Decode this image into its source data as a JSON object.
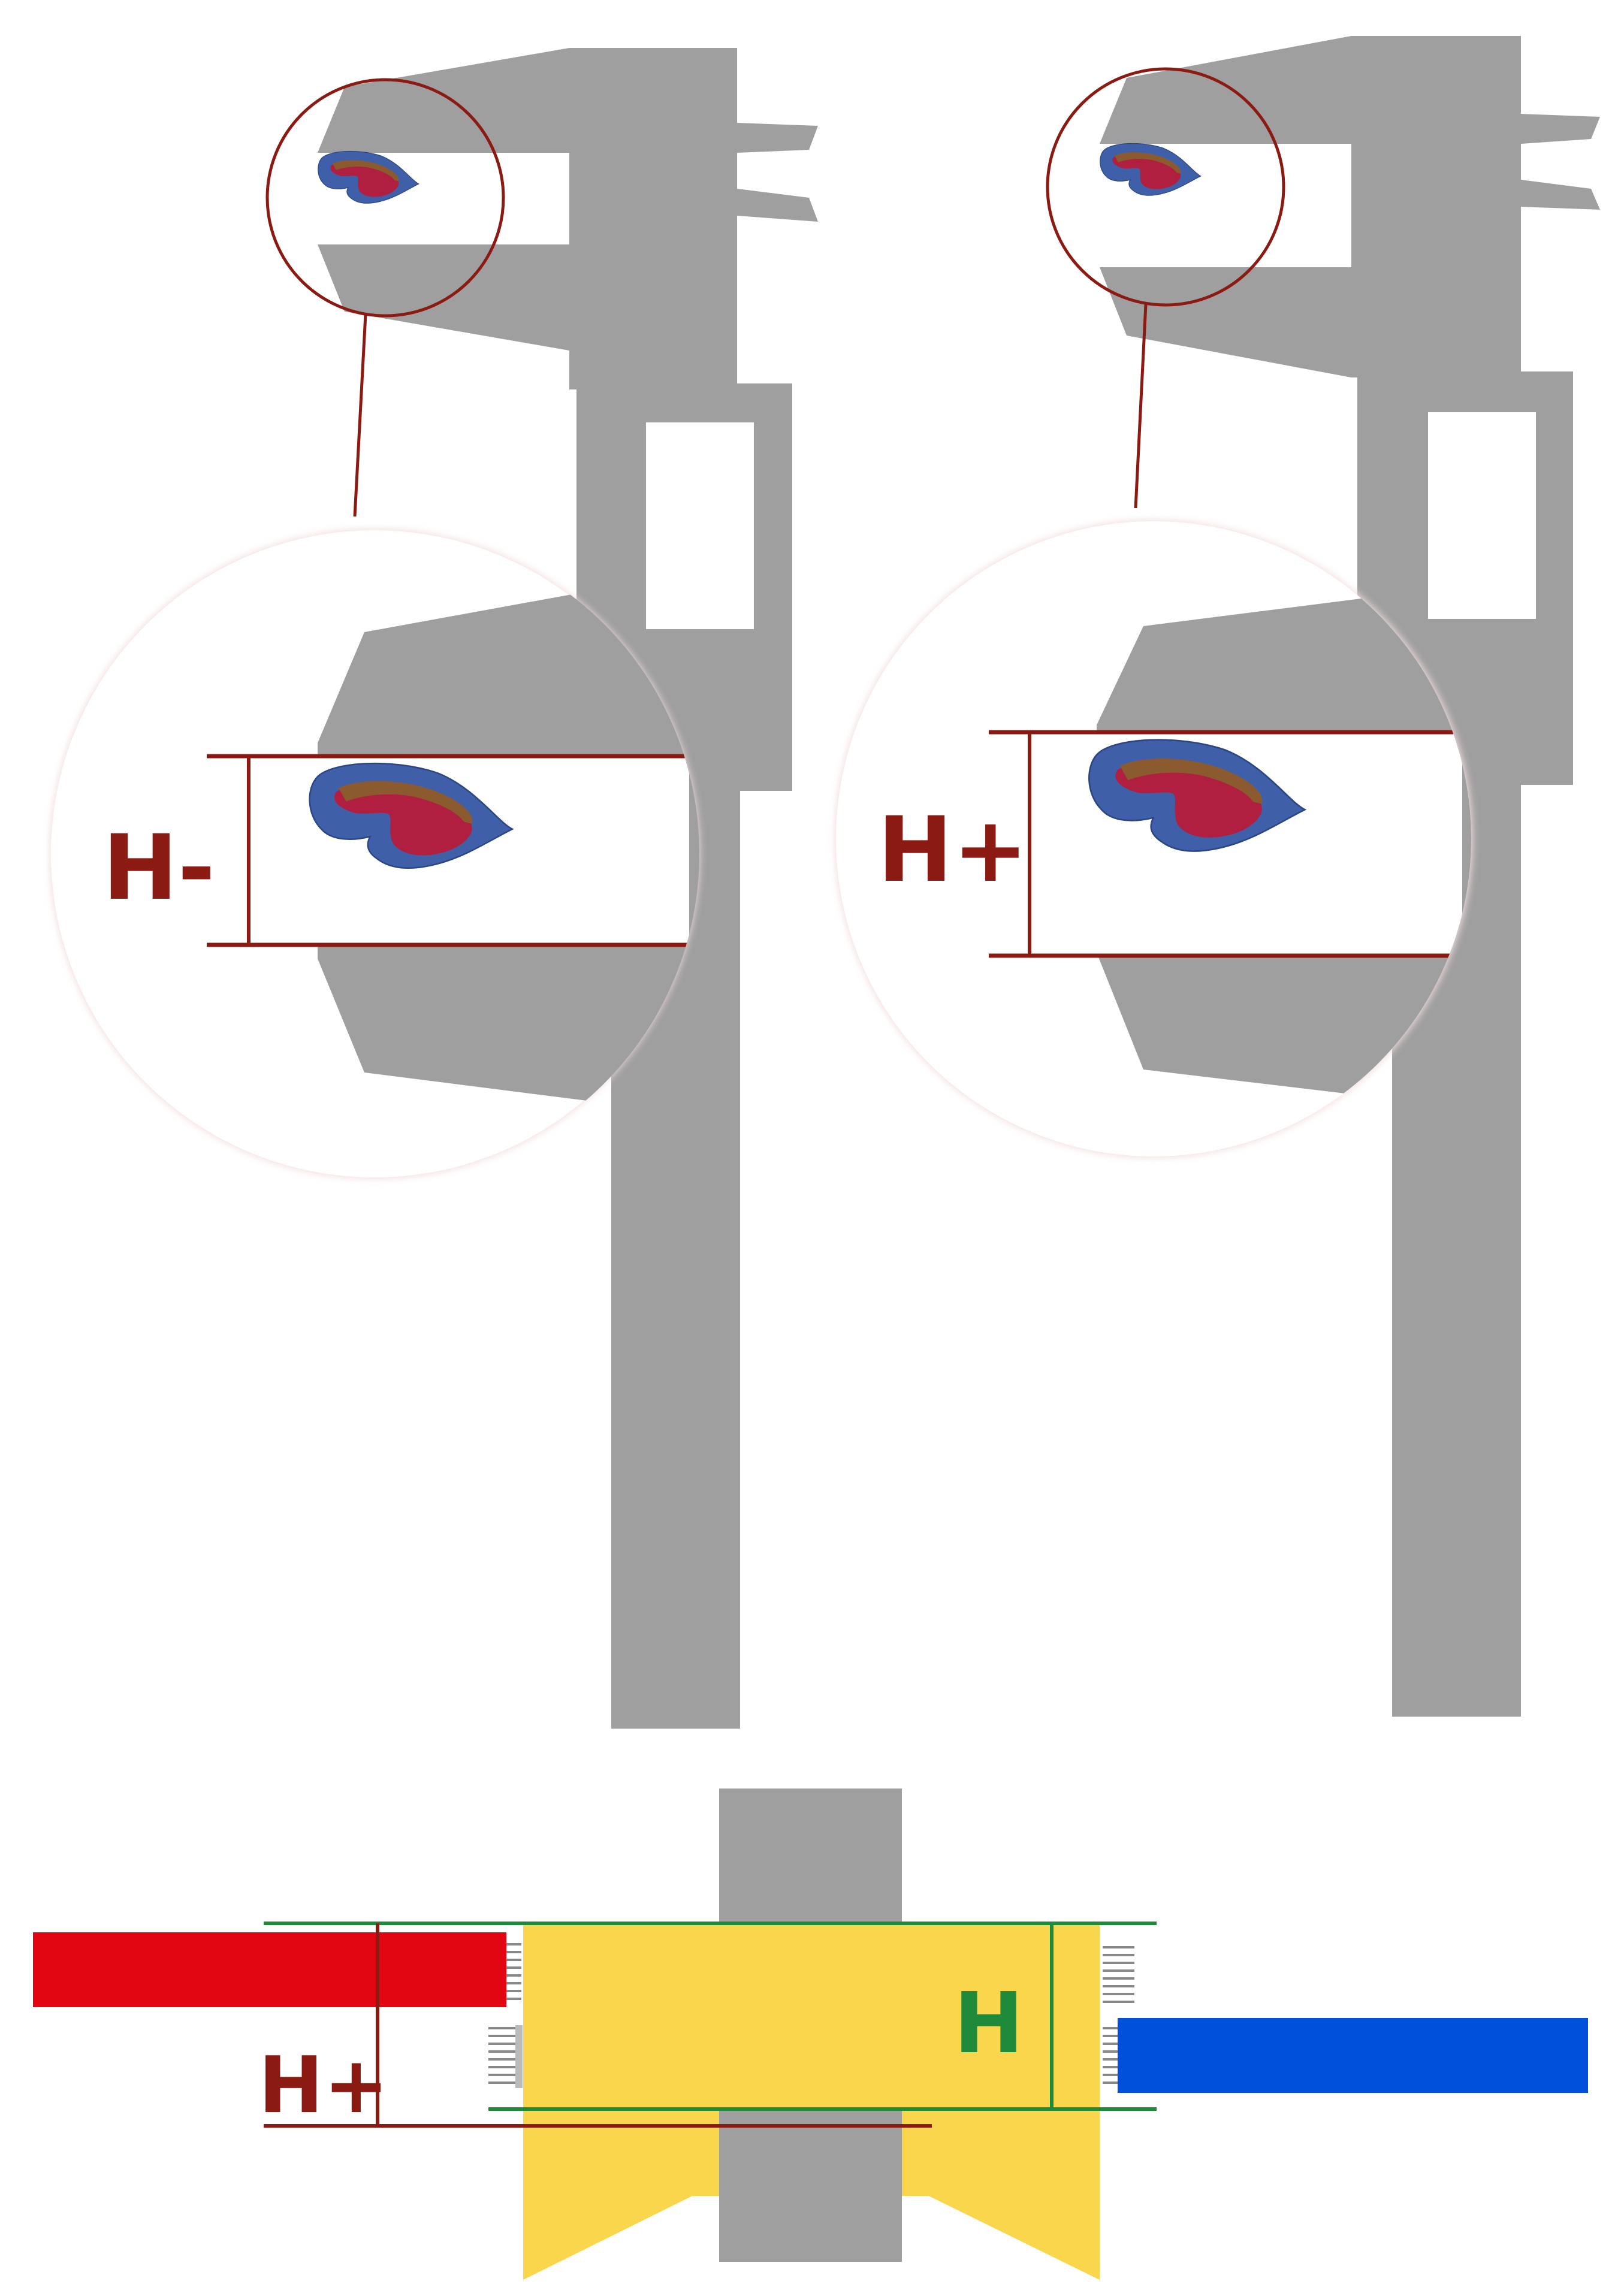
{
  "labels": {
    "left_zoom": "H-",
    "right_zoom": "H+",
    "bottom_plus": "H+",
    "bottom_h": "H"
  },
  "colors": {
    "caliper": "#a09fa0",
    "mark": "#8b1a12",
    "shell": "#3f5fa8",
    "core": "#b01e40",
    "band": "#8b5a2e",
    "frame_green": "#1f8a3a",
    "green_text": "#1f8a3a",
    "yellow": "#f9d64c",
    "red_bar": "#e20613",
    "blue_bar": "#0050dc",
    "spring": "#888888"
  }
}
